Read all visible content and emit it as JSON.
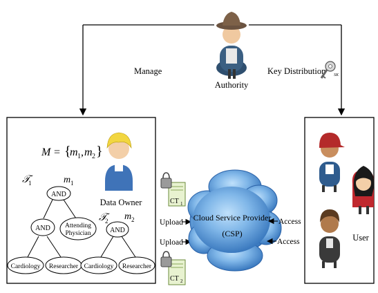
{
  "authority": {
    "label": "Authority"
  },
  "manage": {
    "label": "Manage"
  },
  "key_distribution": {
    "label": "Key Distribution",
    "key_tag": "SK"
  },
  "data_owner": {
    "label": "Data Owner",
    "message_set": {
      "lhs": "M",
      "eq": "=",
      "lbrace": "{",
      "m1": "m",
      "s1": "1",
      "comma": ",",
      "m2": "m",
      "s2": "2",
      "rbrace": "}"
    },
    "tree1": {
      "tau": "𝒯",
      "tau_sub": "1",
      "m": "m",
      "m_sub": "1",
      "root": "AND",
      "inner": "AND",
      "attending": [
        "Attending",
        "Physician"
      ],
      "leaves": [
        "Cardiology",
        "Researcher"
      ]
    },
    "tree2": {
      "tau": "𝒯",
      "tau_sub": "2",
      "m": "m",
      "m_sub": "2",
      "root": "AND",
      "leaves": [
        "Cardiology",
        "Researcher"
      ]
    }
  },
  "ciphertexts": [
    {
      "label": "CT",
      "sub": "1"
    },
    {
      "label": "CT",
      "sub": "2"
    }
  ],
  "upload": [
    "Upload",
    "Upload"
  ],
  "csp": {
    "line1": "Cloud Service Provider",
    "line2": "(CSP)"
  },
  "access": [
    "Access",
    "Access"
  ],
  "user": {
    "label": "User"
  },
  "colors": {
    "cloud": "#3d7fc4",
    "cloud_light": "#8fc1ee",
    "line": "#000000"
  }
}
